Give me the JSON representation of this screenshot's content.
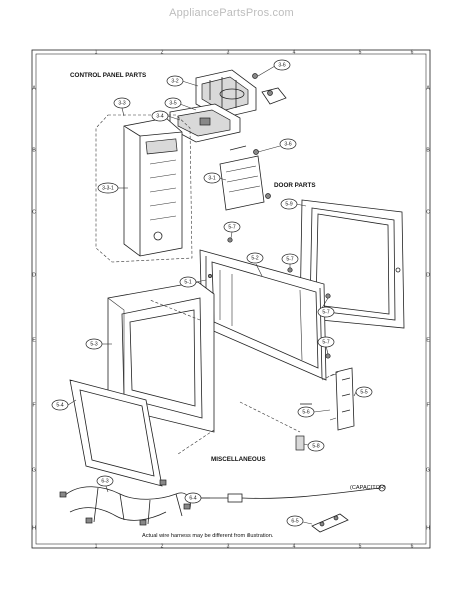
{
  "watermark": "AppliancePartsPros.com",
  "headings": {
    "control_panel": "CONTROL PANEL PARTS",
    "door": "DOOR PARTS",
    "misc": "MISCELLANEOUS"
  },
  "notes": {
    "capacitor": "(CAPACITOR)",
    "harness": "Actual wire harness may be different from illustration."
  },
  "callouts": {
    "c3_2": "3-2",
    "c3_6a": "3-6",
    "c3_3": "3-3",
    "c3_5": "3-5",
    "c3_4": "3-4",
    "c3_3_1": "3-3-1",
    "c3_6b": "3-6",
    "c3_1": "3-1",
    "c5_9": "5-9",
    "c5_7a": "5-7",
    "c5_2": "5-2",
    "c5_7b": "5-7",
    "c5_1": "5-1",
    "c5_7c": "5-7",
    "c5_3": "5-3",
    "c5_7d": "5-7",
    "c5_4": "5-4",
    "c5_5": "5-5",
    "c5_6": "5-6",
    "c5_8": "5-8",
    "c6_3": "6-3",
    "c6_4": "6-4",
    "c6_5": "6-5"
  },
  "border": {
    "top": [
      "1",
      "2",
      "3",
      "4",
      "5",
      "6"
    ],
    "bottom": [
      "1",
      "2",
      "3",
      "4",
      "5",
      "6"
    ],
    "left": [
      "A",
      "B",
      "C",
      "D",
      "E",
      "F",
      "G",
      "H"
    ],
    "right": [
      "A",
      "B",
      "C",
      "D",
      "E",
      "F",
      "G",
      "H"
    ]
  }
}
